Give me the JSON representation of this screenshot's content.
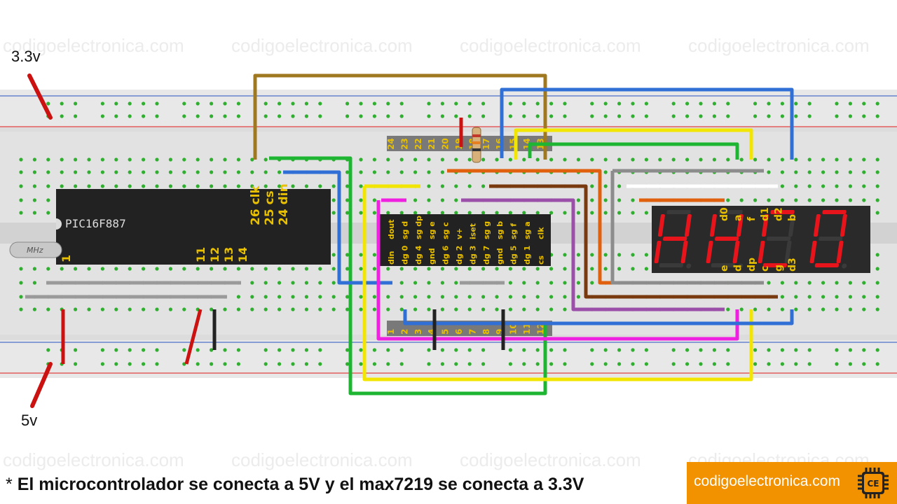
{
  "watermark_text": "codigoelectronica.com",
  "supply_top": "3.3v",
  "supply_bottom": "5v",
  "mcu": {
    "name": "PIC16F887",
    "pin_labels_top": [
      "26 clk",
      "25  cs",
      "24 din"
    ],
    "pin_labels_bottom": [
      "11",
      "12",
      "13",
      "14"
    ],
    "pin1": "1"
  },
  "crystal_label": "MHz",
  "max7219": {
    "top_pin_numbers": [
      "24",
      "23",
      "22",
      "21",
      "20",
      "19",
      "18",
      "17",
      "16",
      "15",
      "14",
      "13"
    ],
    "bottom_pin_numbers": [
      "1",
      "2",
      "3",
      "4",
      "5",
      "6",
      "7",
      "8",
      "9",
      "10",
      "11",
      "12"
    ],
    "top_labels": [
      "dout",
      "sg d",
      "sg dp",
      "sg e",
      "sg c",
      "v+",
      "iset",
      "sg g",
      "sg b",
      "sg f",
      "sg a",
      "clk"
    ],
    "bottom_labels": [
      "din",
      "dg 0",
      "dg 4",
      "gnd",
      "dg 6",
      "dg 2",
      "dg 3",
      "dg 7",
      "gnd",
      "dg 5",
      "dg 1",
      "cs"
    ]
  },
  "display": {
    "top_labels": [
      "d0",
      "a",
      "f",
      "d1",
      "d2",
      "b"
    ],
    "bottom_labels": [
      "e",
      "d",
      "dp",
      "c",
      "g",
      "d3"
    ],
    "digits_color": "#e8141c"
  },
  "note": {
    "bullet": "*",
    "text": "El microcontrolador se conecta a 5V y el max7219 se conecta a 3.3V"
  },
  "brand": {
    "text": "codigoelectronica.com",
    "logo_letters": "CE",
    "color": "#f39200"
  },
  "colors": {
    "rail_red": "#e04040",
    "rail_blue": "#4a70c8",
    "hole_green": "#2fae2f"
  }
}
